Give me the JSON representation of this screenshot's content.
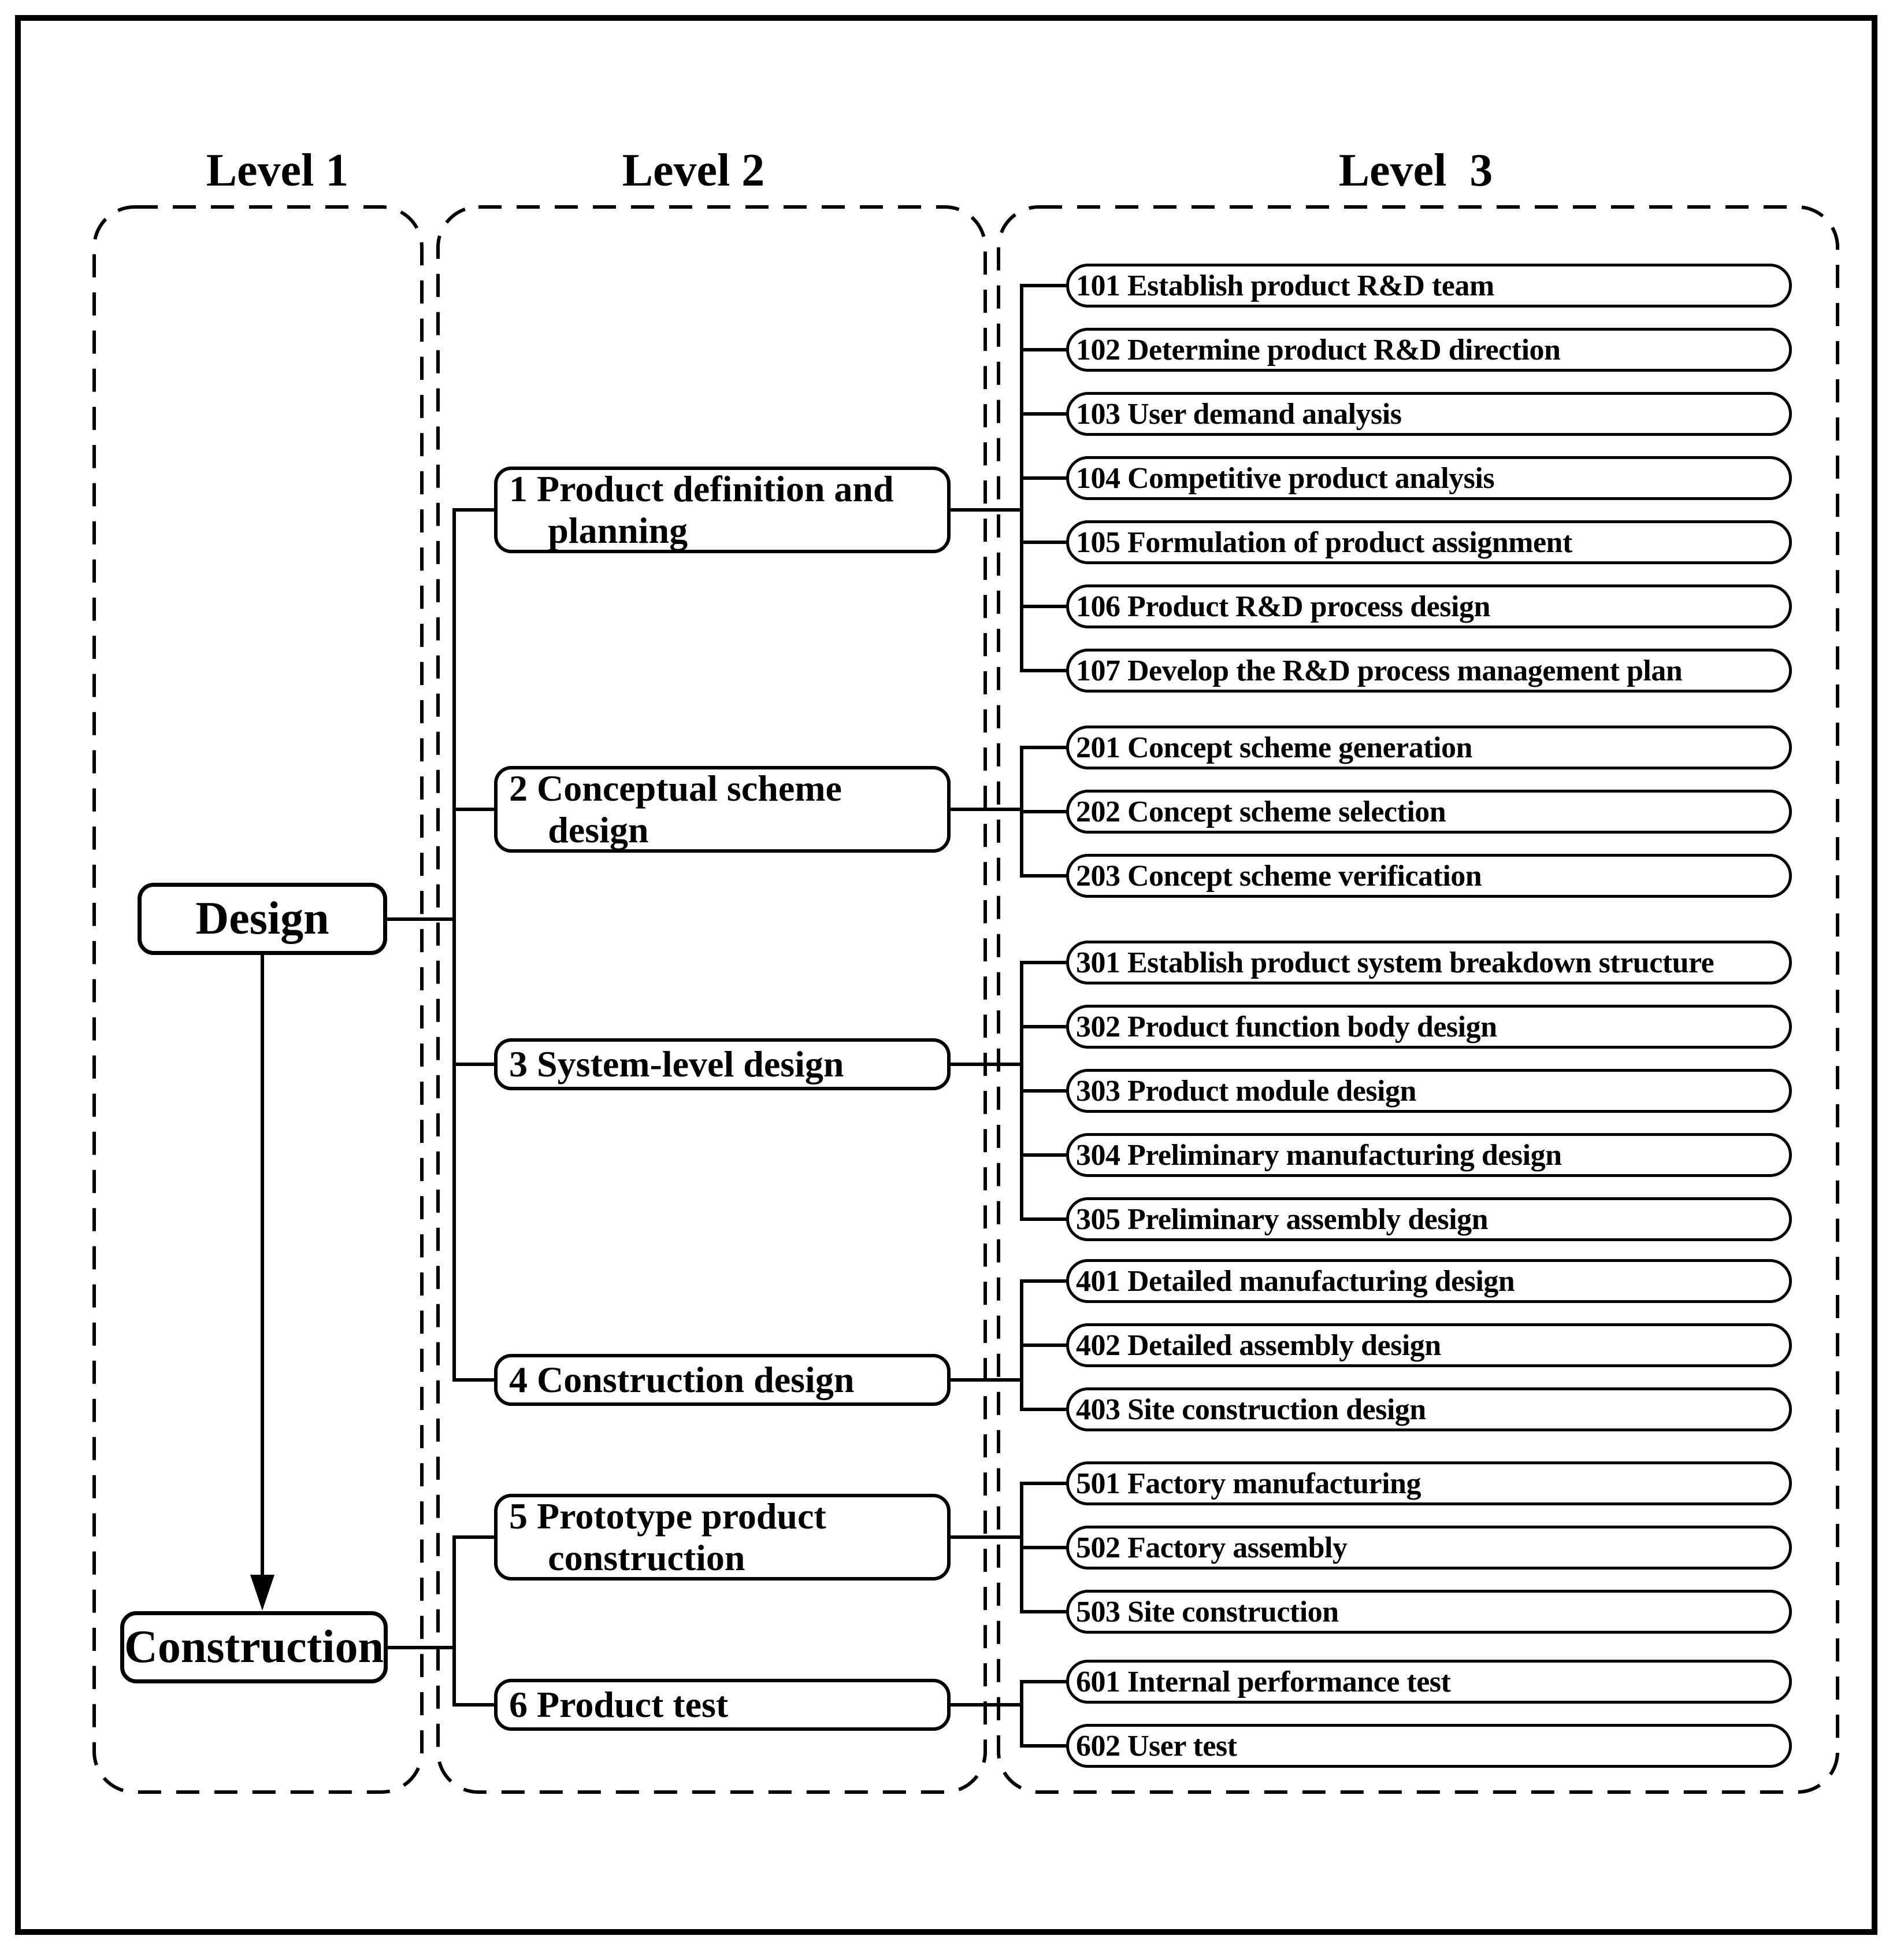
{
  "headers": {
    "level1": "Level 1",
    "level2": "Level 2",
    "level3": "Level  3"
  },
  "level1": {
    "design": {
      "label": "Design"
    },
    "construction": {
      "label": "Construction"
    }
  },
  "level2": {
    "items": [
      {
        "label": "1 Product definition and planning",
        "children": [
          "101 Establish product R&D team",
          "102 Determine product R&D direction",
          "103 User demand analysis",
          "104 Competitive product analysis",
          "105 Formulation of product assignment",
          "106 Product R&D process design",
          "107 Develop the R&D process management plan"
        ]
      },
      {
        "label": "2 Conceptual scheme design",
        "children": [
          "201 Concept scheme generation",
          "202 Concept scheme selection",
          "203 Concept scheme verification"
        ]
      },
      {
        "label": "3 System-level design",
        "children": [
          "301 Establish product system breakdown structure",
          "302 Product function body design",
          "303 Product module design",
          "304 Preliminary manufacturing design",
          "305 Preliminary assembly design"
        ]
      },
      {
        "label": "4 Construction design",
        "children": [
          "401 Detailed manufacturing design",
          "402 Detailed assembly design",
          "403 Site construction design"
        ]
      },
      {
        "label": "5 Prototype product construction",
        "children": [
          "501 Factory manufacturing",
          "502 Factory assembly",
          "503 Site construction"
        ]
      },
      {
        "label": "6 Product test",
        "children": [
          "601 Internal performance test",
          "602 User test"
        ]
      }
    ]
  },
  "colors": {
    "ink": "#000000",
    "background": "#ffffff"
  }
}
